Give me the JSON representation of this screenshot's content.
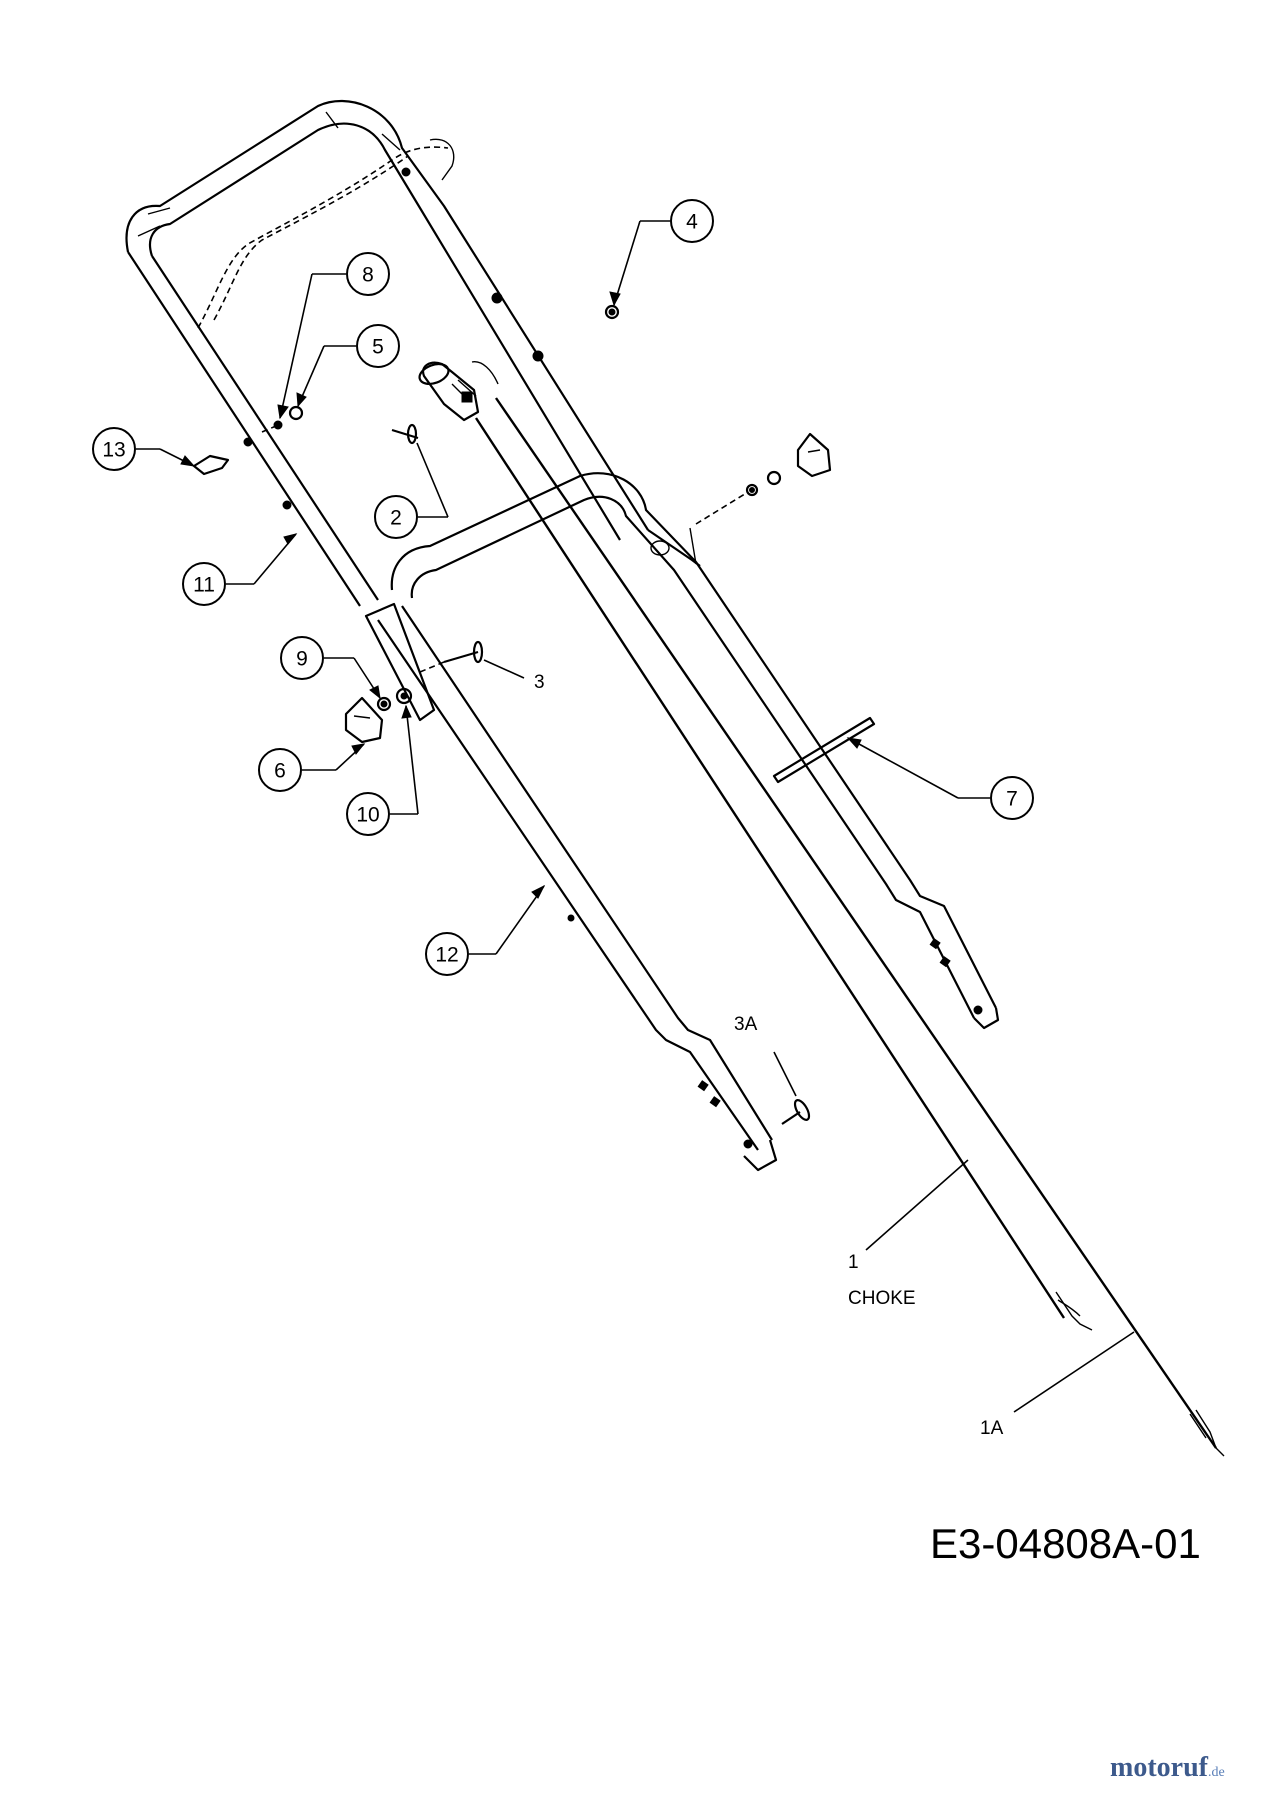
{
  "callouts": [
    {
      "label": "2"
    },
    {
      "label": "4"
    },
    {
      "label": "5"
    },
    {
      "label": "6"
    },
    {
      "label": "7"
    },
    {
      "label": "8"
    },
    {
      "label": "9"
    },
    {
      "label": "10"
    },
    {
      "label": "11"
    },
    {
      "label": "12"
    },
    {
      "label": "13"
    }
  ],
  "plain_labels": {
    "part_3": "3",
    "part_3a": "3A",
    "part_1": "1",
    "part_1_desc": "CHOKE",
    "part_1a": "1A"
  },
  "drawing_number": "E3-04808A-01",
  "watermark": {
    "brand": "motoruf",
    "suffix": ".de"
  }
}
